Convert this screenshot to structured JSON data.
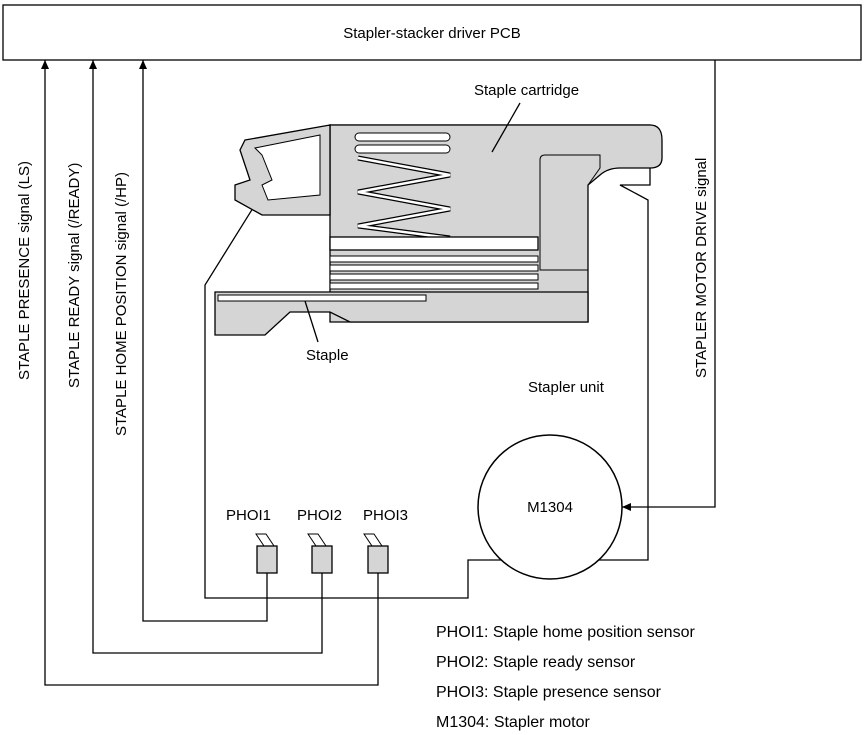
{
  "pcb_label": "Stapler-stacker driver PCB",
  "signals": {
    "ls": "STAPLE PRESENCE signal (LS)",
    "ready": "STAPLE READY signal (/READY)",
    "hp": "STAPLE HOME POSITION signal (/HP)",
    "motor": "STAPLER MOTOR DRIVE signal"
  },
  "labels": {
    "cartridge": "Staple cartridge",
    "staple": "Staple",
    "unit": "Stapler unit",
    "motor": "M1304",
    "phoi1": "PHOI1",
    "phoi2": "PHOI2",
    "phoi3": "PHOI3"
  },
  "legend": [
    "PHOI1: Staple home position sensor",
    "PHOI2: Staple ready sensor",
    "PHOI3: Staple presence sensor",
    "M1304: Stapler motor"
  ]
}
